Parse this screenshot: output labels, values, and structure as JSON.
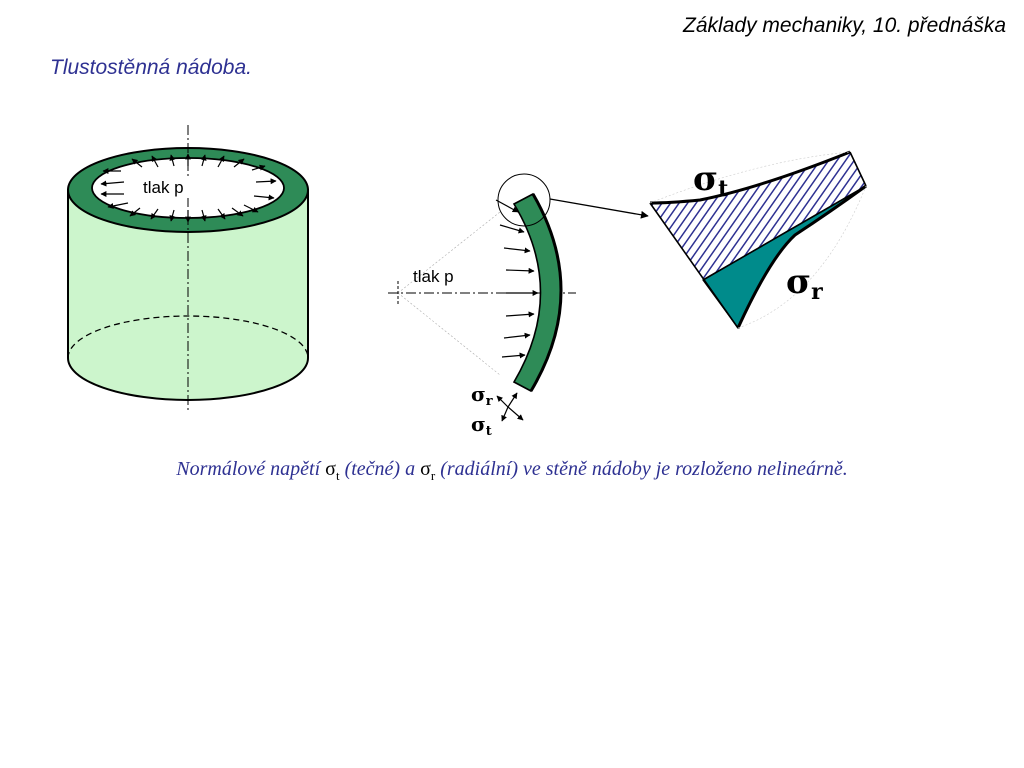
{
  "header": {
    "title": "Základy mechaniky, 10. přednáška"
  },
  "slide": {
    "title": "Tlustostěnná nádoba."
  },
  "diagram": {
    "cylinder": {
      "pressure_label": "tlak p"
    },
    "wall_section": {
      "pressure_label": "tlak p",
      "sigma_r": {
        "symbol": "σ",
        "subscript": "r"
      },
      "sigma_t": {
        "symbol": "σ",
        "subscript": "t"
      }
    },
    "stress_plot": {
      "sigma_t": {
        "symbol": "σ",
        "subscript": "t"
      },
      "sigma_r": {
        "symbol": "σ",
        "subscript": "r"
      }
    }
  },
  "caption": {
    "part1": "Normálové napětí ",
    "sigma_t_symbol": "σ",
    "sigma_t_sub": "t",
    "part2": " (tečné) a ",
    "sigma_r_symbol": "σ",
    "sigma_r_sub": "r",
    "part3": " (radiální) ve stěně nádoby je rozloženo nelineárně."
  },
  "colors": {
    "title_blue": "#2e3192",
    "cylinder_fill": "#ccf5cc",
    "wall_green": "#2e8b57",
    "sigma_r_teal": "#008b8b",
    "hatch_blue": "#2e3192"
  }
}
